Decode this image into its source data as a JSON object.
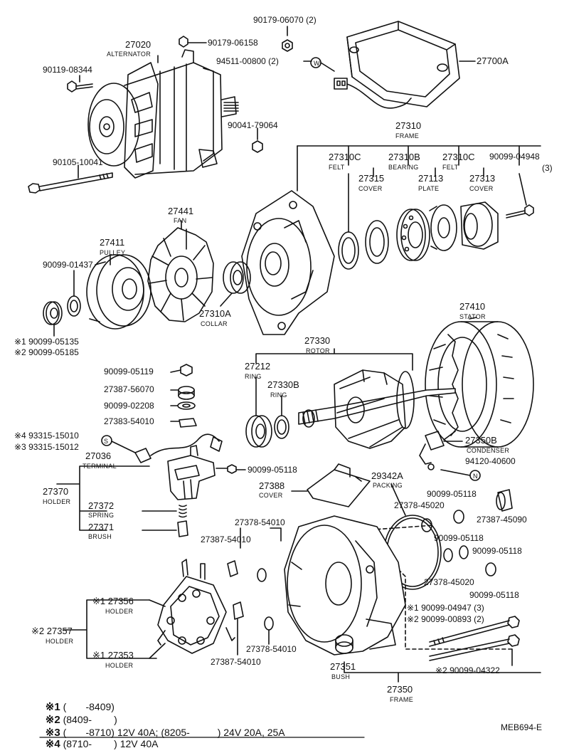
{
  "labels": {
    "p90179_06070": "90179-06070 (2)",
    "p90179_06158": "90179-06158",
    "p94511_00800": "94511-00800 (2)",
    "w_marker": "W",
    "p27700A": "27700A",
    "p27020": "27020",
    "alternator": "ALTERNATOR",
    "p90119_08344": "90119-08344",
    "p90041_79064": "90041-79064",
    "p27310": "27310",
    "frame": "FRAME",
    "p90105_10041": "90105-10041",
    "p27310C_a": "27310C",
    "felt_a": "FELT",
    "p27310B": "27310B",
    "bearing": "BEARING",
    "p27310C_b": "27310C",
    "felt_b": "FELT",
    "p90099_04948": "90099-04948",
    "qty3_a": "(3)",
    "p27315": "27315",
    "cover_a": "COVER",
    "p27113": "27113",
    "plate": "PLATE",
    "p27313": "27313",
    "cover_b": "COVER",
    "p27441": "27441",
    "fan": "FAN",
    "p27411": "27411",
    "pulley": "PULLEY",
    "p90099_01437": "90099-01437",
    "p27310A": "27310A",
    "collar": "COLLAR",
    "p27410": "27410",
    "stator": "STATOR",
    "n1_90099_05135": "※1 90099-05135",
    "n2_90099_05185": "※2 90099-05185",
    "p27330": "27330",
    "rotor": "ROTOR",
    "p27212": "27212",
    "ring_a": "RING",
    "p27330B": "27330B",
    "ring_b": "RING",
    "p90099_05119": "90099-05119",
    "p27387_56070": "27387-56070",
    "p90099_02208": "90099-02208",
    "p27383_54010": "27383-54010",
    "n4_93315_15010": "※4 93315-15010",
    "s_marker": "S",
    "n3_93315_15012": "※3 93315-15012",
    "p27036": "27036",
    "terminal": "TERMINAL",
    "p90099_05118_a": "90099-05118",
    "p27350B": "27350B",
    "condenser": "CONDENSER",
    "p94120_40600": "94120-40600",
    "n_marker": "N",
    "p27370": "27370",
    "holder_a": "HOLDER",
    "p27388": "27388",
    "cover_c": "COVER",
    "p29342A": "29342A",
    "packing": "PACKING",
    "p27372": "27372",
    "spring": "SPRING",
    "p90099_05118_b": "90099-05118",
    "p27378_45020_a": "27378-45020",
    "p27387_45090": "27387-45090",
    "p27371": "27371",
    "brush": "BRUSH",
    "p27378_54010_a": "27378-54010",
    "p27387_54010_a": "27387-54010",
    "p90099_05118_c": "90099-05118",
    "p90099_05118_d": "90099-05118",
    "p27378_45020_b": "27378-45020",
    "p90099_05118_e": "90099-05118",
    "n1_27356": "※1 27356",
    "holder_b": "HOLDER",
    "n1_90099_04947": "※1 90099-04947 (3)",
    "n2_90099_00893": "※2 90099-00893 (2)",
    "n2_27357": "※2 27357",
    "holder_c": "HOLDER",
    "p27378_54010_b": "27378-54010",
    "n1_27353": "※1 27353",
    "holder_d": "HOLDER",
    "p27387_54010_b": "27387-54010",
    "p27351": "27351",
    "bush": "BUSH",
    "n2_90099_04322": "※2 90099-04322",
    "p27350": "27350",
    "frame_b": "FRAME",
    "drawing_id": "MEB694-E"
  },
  "notes": [
    {
      "mark": "※1",
      "text": " (       -8409)"
    },
    {
      "mark": "※2",
      "text": " (8409-        )"
    },
    {
      "mark": "※3",
      "text": " (       -8710) 12V 40A; (8205-          ) 24V 20A, 25A"
    },
    {
      "mark": "※4",
      "text": " (8710-        ) 12V 40A"
    }
  ]
}
